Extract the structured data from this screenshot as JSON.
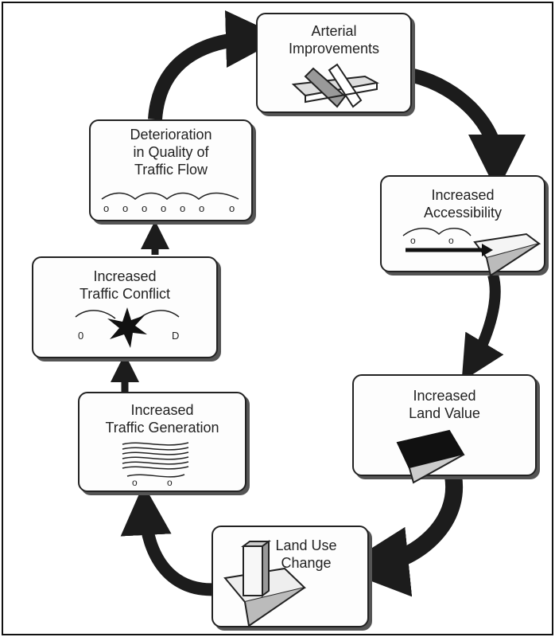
{
  "nodes": {
    "arterial": [
      "Arterial",
      "Improvements"
    ],
    "accessibility": [
      "Increased",
      "Accessibility"
    ],
    "land_value": [
      "Increased",
      "Land Value"
    ],
    "land_use": [
      "Land Use",
      "Change"
    ],
    "generation": [
      "Increased",
      "Traffic Generation"
    ],
    "conflict": [
      "Increased",
      "Traffic Conflict"
    ],
    "deterioration": [
      "Deterioration",
      "in Quality of",
      "Traffic Flow"
    ]
  },
  "icons": {
    "arterial": "road-interchange-icon",
    "accessibility": "car-on-road-icon",
    "land_value": "land-parcel-icon",
    "land_use": "building-icon",
    "generation": "traffic-waves-icon",
    "conflict": "collision-icon",
    "deterioration": "congested-cars-icon"
  },
  "colors": {
    "arrow": "#1c1c1c",
    "border": "#222222"
  }
}
